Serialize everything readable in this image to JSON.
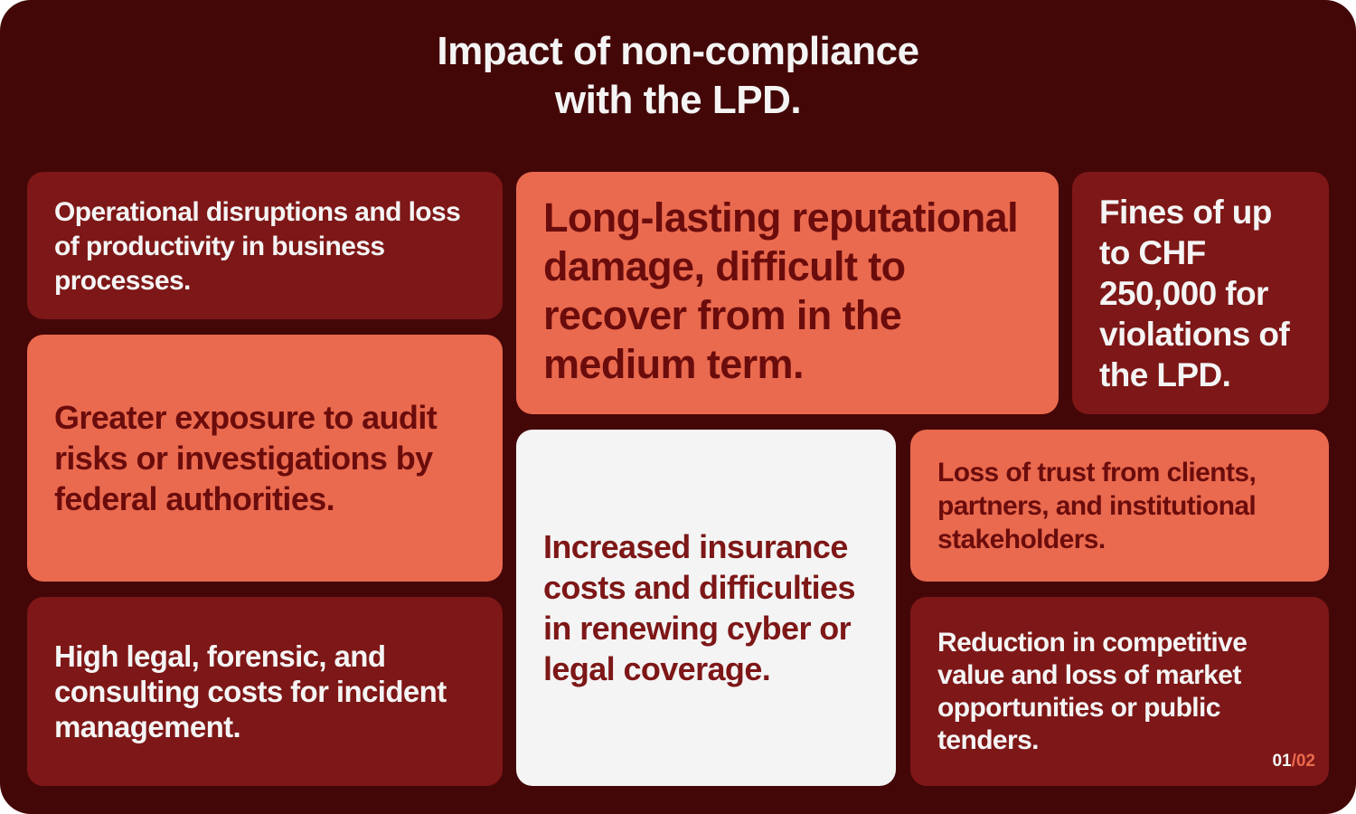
{
  "title": "Impact of non-compliance\nwith the LPD.",
  "cards": [
    {
      "text": "Operational disruptions and loss of productivity in business processes.",
      "style": "dark"
    },
    {
      "text": "Greater exposure to audit risks or investigations by federal authorities.",
      "style": "coral"
    },
    {
      "text": "High legal, forensic, and consulting costs for incident management.",
      "style": "dark"
    },
    {
      "text": "Long-lasting reputational damage, difficult to recover from in the medium term.",
      "style": "coral"
    },
    {
      "text": "Fines of up to CHF 250,000 for violations of the LPD.",
      "style": "dark"
    },
    {
      "text": "Increased insurance costs and difficulties in renewing cyber or legal coverage.",
      "style": "light"
    },
    {
      "text": "Loss of trust from clients, partners, and institutional stakeholders.",
      "style": "coral"
    },
    {
      "text": "Reduction in competitive value and loss of market opportunities or public tenders.",
      "style": "dark"
    }
  ],
  "pager": {
    "current": "01",
    "separator": "/",
    "total": "02"
  },
  "colors": {
    "background": "#440708",
    "dark_card": "#7e1717",
    "coral_card": "#ea6a4f",
    "light_card": "#f4f4f4"
  }
}
